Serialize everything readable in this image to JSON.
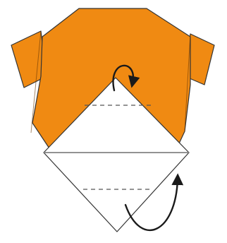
{
  "diagram": {
    "kind": "origami-instruction-step",
    "colors": {
      "paper_front": "#f08a12",
      "paper_back": "#ffffff",
      "outline": "#333333",
      "fold_line": "#888888",
      "arrow": "#1a1a1a"
    },
    "parts": [
      "left-ear-flap",
      "right-ear-flap",
      "head-body",
      "white-upper-triangle",
      "white-lower-triangle",
      "upper-valley-fold-line",
      "lower-valley-fold-line",
      "crease-line",
      "upper-flip-arrow",
      "lower-fold-up-arrow"
    ]
  }
}
